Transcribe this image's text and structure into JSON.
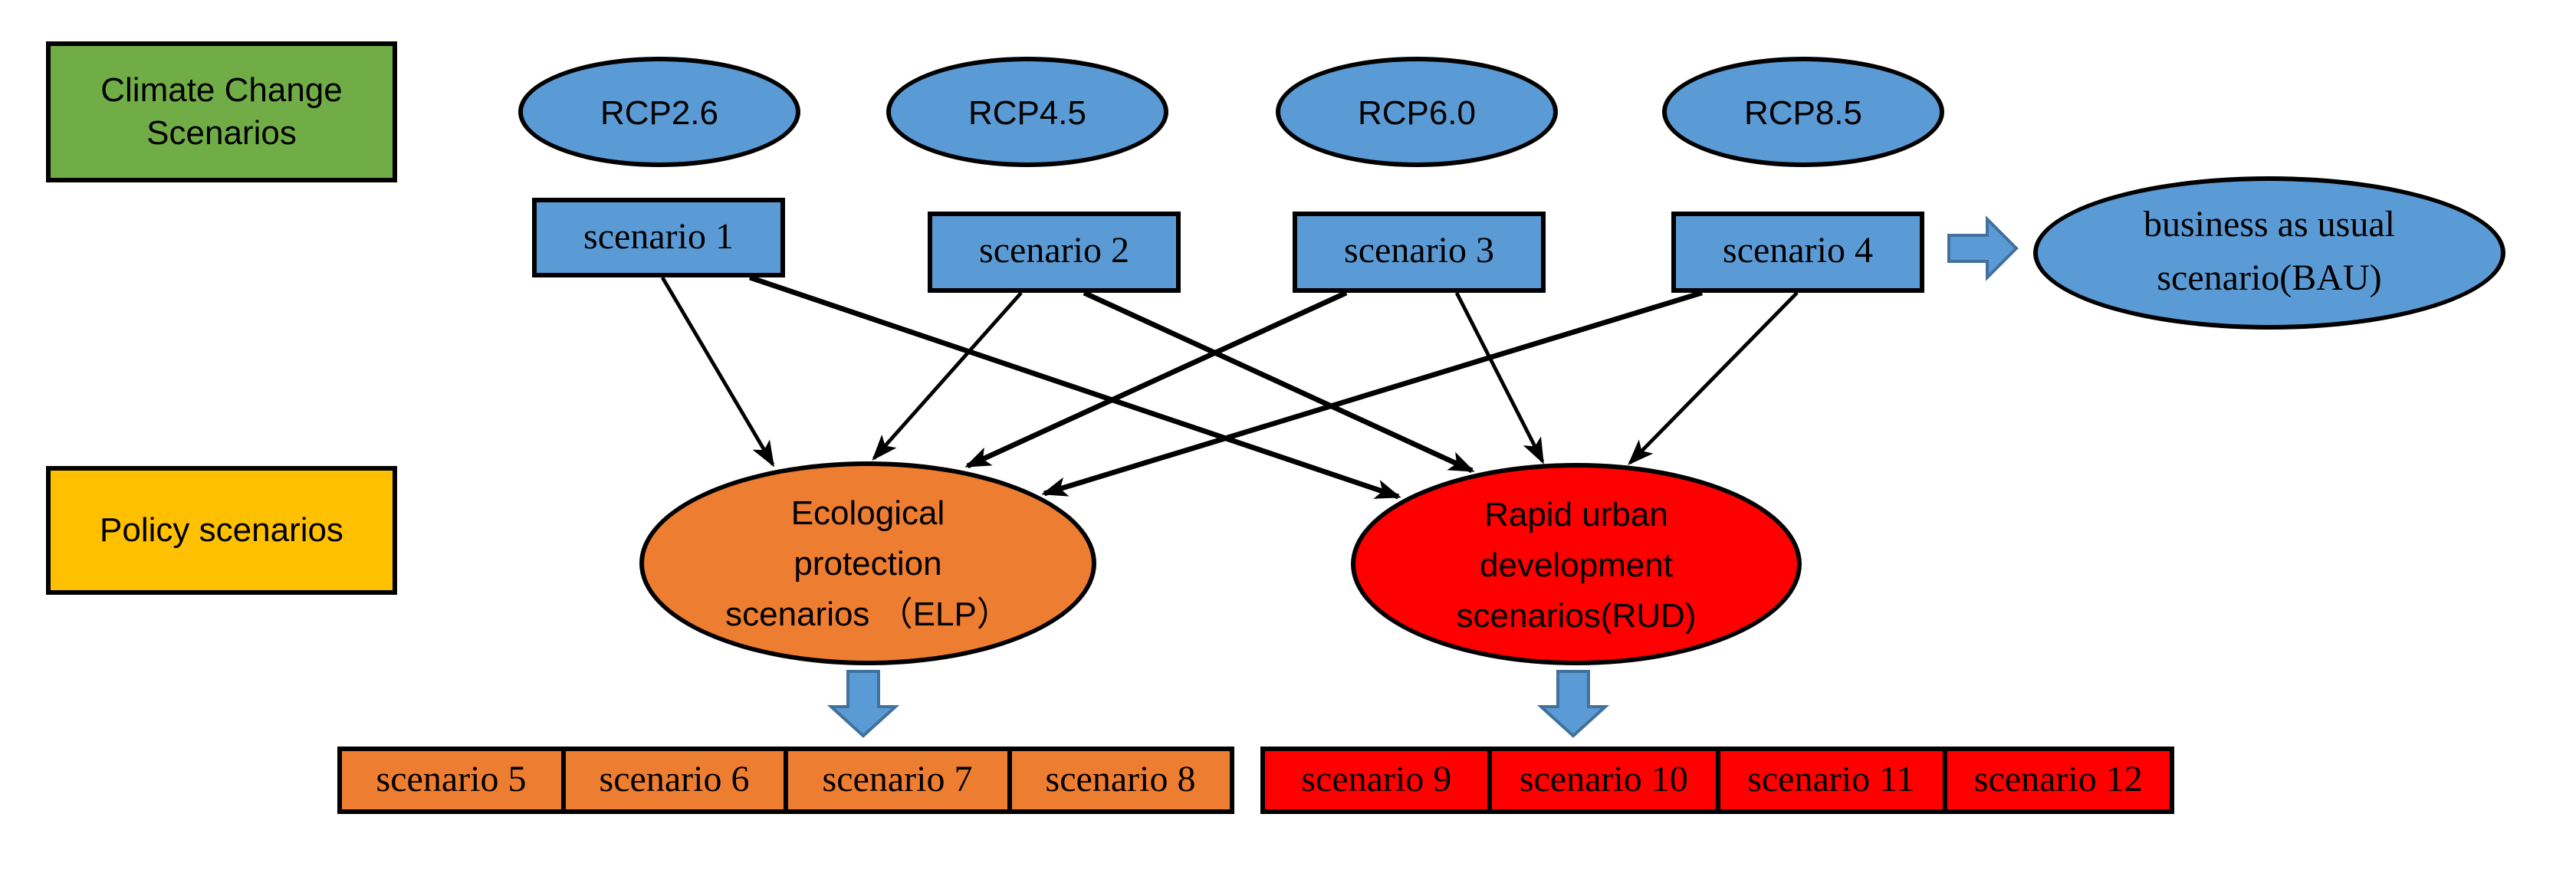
{
  "colors": {
    "shape-blue": "#5B9BD5",
    "shape-green": "#70AD47",
    "shape-gold": "#FFC000",
    "shape-orange": "#ED7D31",
    "shape-red": "#FF0000",
    "block-arrow-fill": "#5B9BD5",
    "block-arrow-border": "#41719C",
    "connector-line": "#000000"
  },
  "climate_box": {
    "lines": [
      "Climate Change",
      "Scenarios"
    ]
  },
  "policy_box": {
    "label": "Policy scenarios"
  },
  "rcp": [
    {
      "label": "RCP2.6"
    },
    {
      "label": "RCP4.5"
    },
    {
      "label": "RCP6.0"
    },
    {
      "label": "RCP8.5"
    }
  ],
  "scenarios_top": [
    {
      "label": "scenario 1"
    },
    {
      "label": "scenario 2"
    },
    {
      "label": "scenario 3"
    },
    {
      "label": "scenario 4"
    }
  ],
  "bau": {
    "lines": [
      "business as usual",
      "scenario(BAU)"
    ]
  },
  "elp": {
    "lines": [
      "Ecological",
      "protection",
      "scenarios （ELP）"
    ]
  },
  "rud": {
    "lines": [
      "Rapid urban",
      "development",
      "scenarios(RUD)"
    ]
  },
  "elp_scenarios": [
    {
      "label": "scenario 5"
    },
    {
      "label": "scenario 6"
    },
    {
      "label": "scenario 7"
    },
    {
      "label": "scenario 8"
    }
  ],
  "rud_scenarios": [
    {
      "label": "scenario 9"
    },
    {
      "label": "scenario 10"
    },
    {
      "label": "scenario 11"
    },
    {
      "label": "scenario 12"
    }
  ]
}
